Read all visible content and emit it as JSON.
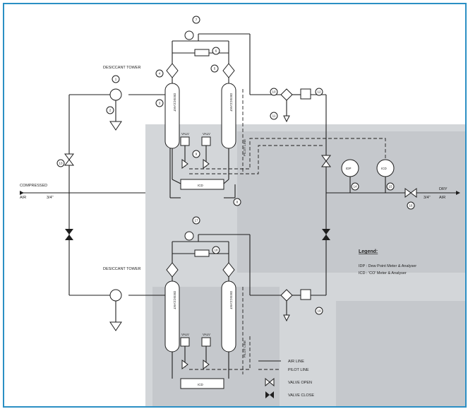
{
  "labels": {
    "desiccant_tower_1": "DESICCANT TOWER",
    "desiccant_tower_2": "DESICCANT TOWER",
    "compressed_air_1": "COMPRESSED",
    "compressed_air_2": "AIR",
    "inlet_size": "3/4\"",
    "dry_air_1": "DRY",
    "dry_air_2": "AIR",
    "outlet_size": "3/4\"",
    "pilot_line_1": "PILOT LINE",
    "pilot_line_2": "PILOT LINE",
    "tower_text": "DESICCANT",
    "icd": "ICD",
    "idp": "IDP",
    "valve_tag": "VALV"
  },
  "legend": {
    "title": "Legend:",
    "idp": "IDP  : Dew Point Meter & Analyser",
    "icd": "ICD  : 'CO' Meter & Analyser",
    "air_line": "AIR LINE",
    "pilot_line": "PILOT LINE",
    "valve_open": "VALVE OPEN",
    "valve_close": "VALVE CLOSE"
  },
  "callouts": [
    "1",
    "2",
    "3",
    "4",
    "5",
    "6",
    "7",
    "8",
    "9",
    "10",
    "11",
    "12",
    "13",
    "14",
    "15",
    "16",
    "17",
    "18",
    "19"
  ],
  "colors": {
    "frame": "#2b8fc4",
    "line": "#1e1e1e",
    "photo_background": "#d3d6d9"
  }
}
